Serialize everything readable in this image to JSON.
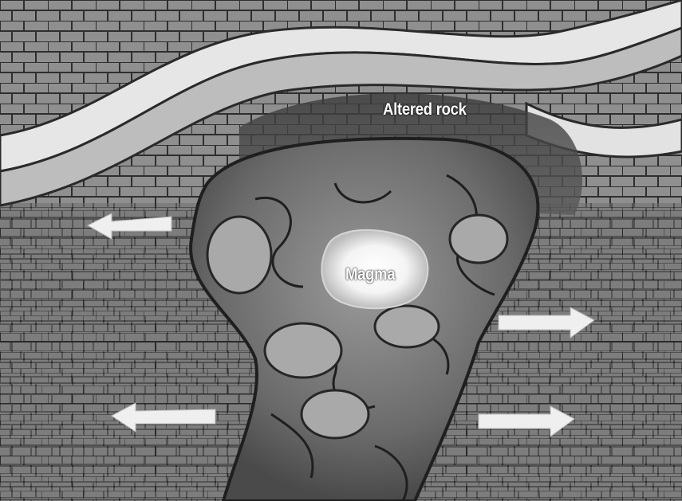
{
  "labels": {
    "altered_rock": "Altered rock",
    "magma": "Magma"
  },
  "colors": {
    "label_text": "#ffffff",
    "rock_light": "#e9e9e9",
    "rock_mid": "#8c8c8c",
    "rock_dark": "#3c3c3c",
    "crack": "#2a2a2a",
    "arrow": "#efefef"
  },
  "arrows": [
    {
      "name": "upper-left",
      "direction": "left"
    },
    {
      "name": "lower-left",
      "direction": "left"
    },
    {
      "name": "upper-right",
      "direction": "right"
    },
    {
      "name": "lower-right",
      "direction": "right"
    }
  ]
}
